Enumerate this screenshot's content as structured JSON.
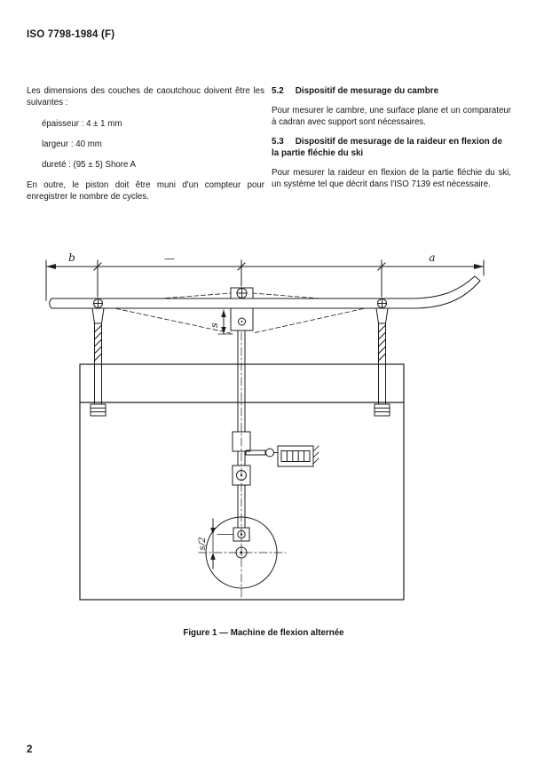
{
  "page": {
    "header": "ISO 7798-1984 (F)",
    "number": "2"
  },
  "left_column": {
    "intro": "Les dimensions des couches de caoutchouc doivent être les suivantes :",
    "items": [
      "épaisseur : 4 ± 1 mm",
      "largeur : 40 mm",
      "dureté : (95 ± 5) Shore A"
    ],
    "outro": "En outre, le piston doit être muni d'un compteur pour enregistrer le nombre de cycles."
  },
  "sections": [
    {
      "number": "5.2",
      "title": "Dispositif de mesurage du cambre",
      "body": "Pour mesurer le cambre, une surface plane et un comparateur à cadran avec support sont nécessaires."
    },
    {
      "number": "5.3",
      "title": "Dispositif de mesurage de la raideur en flexion de la partie fléchie du ski",
      "body": "Pour mesurer la raideur en flexion de la partie fléchie du ski, un système tel que décrit dans l'ISO 7139 est nécessaire."
    }
  ],
  "figure": {
    "caption": "Figure 1 — Machine de flexion alternée",
    "labels": {
      "b": "b",
      "mid": "—",
      "a": "a",
      "s": "s",
      "s2": "s/2"
    }
  }
}
